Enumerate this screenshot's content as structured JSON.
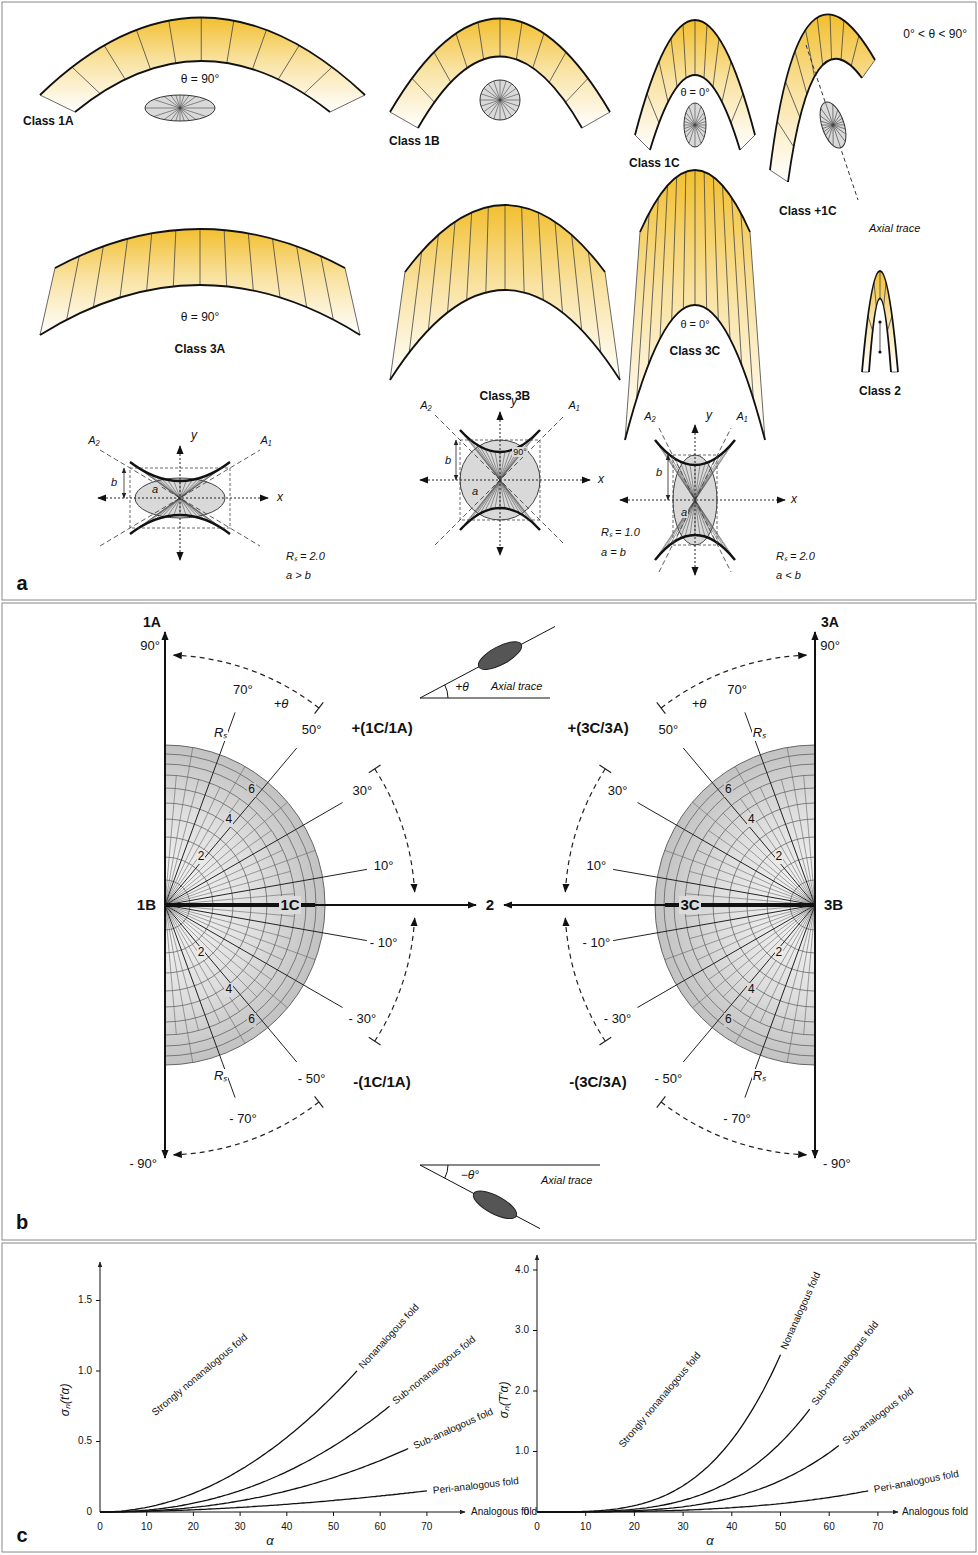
{
  "diagram": {
    "labels": [
      "Class 1A",
      "θ = 90°",
      "Class 1B",
      "θ = 0°",
      "Class 1C",
      "0° < θ < 90°",
      "Class +1C",
      "Axial trace",
      "θ = 90°",
      "Class 3A",
      "Class 3B",
      "θ = 0°",
      "Class 3C",
      "Class 2",
      "y",
      "A₂",
      "A₁",
      "b",
      "a",
      "x",
      "Rₛ = 2.0",
      "a > b",
      "y",
      "A₂",
      "A₁",
      "b",
      "a",
      "90°",
      "x",
      "Rₛ = 1.0",
      "a = b",
      "y",
      "A₂",
      "A₁",
      "b",
      "a",
      "x",
      "Rₛ = 2.0",
      "a < b",
      "a",
      "1A",
      "90°",
      "70°",
      "+θ",
      "50°",
      "+(1C/1A)",
      "+θ",
      "Axial trace",
      "+(3C/3A)",
      "3A",
      "90°",
      "70°",
      "+θ",
      "50°",
      "Rₛ",
      "6",
      "4",
      "30°",
      "Rₛ",
      "6",
      "4",
      "30°",
      "2",
      "2",
      "10°",
      "10°",
      "1B",
      "1C",
      "2",
      "3C",
      "3B",
      "- 10°",
      "- 10°",
      "2",
      "2",
      "4",
      "6",
      "- 30°",
      "- 30°",
      "4",
      "6",
      "Rₛ",
      "Rₛ",
      "- 50°",
      "-(1C/1A)",
      "- 50°",
      "-(3C/3A)",
      "- 70°",
      "- 70°",
      "- 90°",
      "- 90°",
      "Axial trace",
      "−θ°",
      "b",
      "1.5",
      "1.0",
      "0.5",
      "0",
      "0",
      "10",
      "20",
      "30",
      "40",
      "50",
      "60",
      "70",
      "α",
      "σₙ(t′α)",
      "Strongly nonanalogous fold",
      "Nonanalogous fold",
      "Sub-nonanalogous fold",
      "Sub-analogous fold",
      "Peri-analogous fold",
      "Analogous fold",
      "4.0",
      "3.0",
      "2.0",
      "1.0",
      "0",
      "0",
      "10",
      "20",
      "30",
      "40",
      "50",
      "60",
      "70",
      "α",
      "σₙ(T′α)",
      "Strongly nonanalogous fold",
      "Nonanalogous fold",
      "Sub-nonanalogous fold",
      "Sub-analogous fold",
      "Peri-analogous fold",
      "Analogous fold",
      "c"
    ]
  }
}
